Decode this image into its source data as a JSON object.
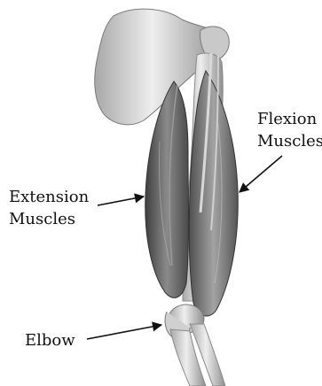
{
  "labels": {
    "flexion_line1": "Flexion",
    "flexion_line2": "Muscles",
    "extension_line1": "Extension",
    "extension_line2": "Muscles",
    "elbow": "Elbow"
  },
  "colors": {
    "muscle": "#6e6e6e",
    "bone": "#d9d9d9",
    "arrow": "#111111"
  }
}
